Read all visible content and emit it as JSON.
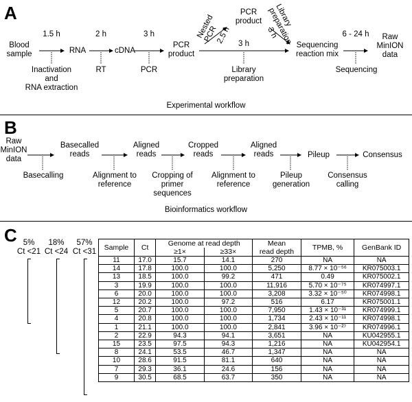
{
  "panelA": {
    "letter": "A",
    "steps": [
      "Blood\nsample",
      "RNA",
      "cDNA",
      "PCR\nproduct",
      "PCR\nproduct",
      "Sequencing\nreaction mix",
      "Raw\nMinION\ndata"
    ],
    "times": [
      "1.5 h",
      "2 h",
      "3 h",
      "3 h",
      "2.5 h",
      "3 h",
      "6 - 24 h"
    ],
    "nested_pcr": "Nested\nPCR",
    "library_prep_diag": "Library\npreparation",
    "processes": [
      "Inactivation\nand\nRNA extraction",
      "RT",
      "PCR",
      "Library\npreparation",
      "Sequencing"
    ],
    "caption": "Experimental workflow"
  },
  "panelB": {
    "letter": "B",
    "steps": [
      "Raw\nMinION\ndata",
      "Basecalled\nreads",
      "Aligned\nreads",
      "Cropped\nreads",
      "Aligned\nreads",
      "Pileup",
      "Consensus"
    ],
    "processes": [
      "Basecalling",
      "Alignment to\nreference",
      "Cropping of\nprimer\nsequences",
      "Alignment to\nreference",
      "Pileup\ngeneration",
      "Consensus\ncalling"
    ],
    "caption": "Bioinformatics workflow"
  },
  "panelC": {
    "letter": "C",
    "brackets": [
      {
        "pct": "5%",
        "label": "Ct <21"
      },
      {
        "pct": "18%",
        "label": "Ct <24"
      },
      {
        "pct": "57%",
        "label": "Ct <31"
      }
    ],
    "headers": {
      "sample": "Sample",
      "ct": "Ct",
      "genome": "Genome at read depth",
      "ge1": "≥1×",
      "ge33": "≥33×",
      "mean": "Mean\nread depth",
      "tpmb": "TPMB, %",
      "genbank": "GenBank ID"
    },
    "rows": [
      [
        "11",
        "17.0",
        "15.7",
        "14.1",
        "270",
        "NA",
        "NA"
      ],
      [
        "14",
        "17.8",
        "100.0",
        "100.0",
        "5,250",
        "8.77 × 10⁻⁵⁶",
        "KR075003.1"
      ],
      [
        "13",
        "18.5",
        "100.0",
        "99.2",
        "471",
        "0.49",
        "KR075002.1"
      ],
      [
        "3",
        "19.9",
        "100.0",
        "100.0",
        "11,916",
        "5.70 × 10⁻⁷⁵",
        "KR074997.1"
      ],
      [
        "6",
        "20.0",
        "100.0",
        "100.0",
        "3,208",
        "3.32 × 10⁻⁵⁰",
        "KR074998.1"
      ],
      [
        "12",
        "20.2",
        "100.0",
        "97.2",
        "516",
        "6.17",
        "KR075001.1"
      ],
      [
        "5",
        "20.7",
        "100.0",
        "100.0",
        "7,950",
        "1.43 × 10⁻³¹",
        "KR074999.1"
      ],
      [
        "4",
        "20.8",
        "100.0",
        "100.0",
        "1,734",
        "2.43 × 10⁻¹¹",
        "KR074998.1"
      ],
      [
        "1",
        "21.1",
        "100.0",
        "100.0",
        "2,841",
        "3.96 × 10⁻²⁷",
        "KR074996.1"
      ],
      [
        "2",
        "22.9",
        "94.3",
        "94.1",
        "3,651",
        "NA",
        "KU042955.1"
      ],
      [
        "15",
        "23.5",
        "97.5",
        "94.3",
        "1,216",
        "NA",
        "KU042954.1"
      ],
      [
        "8",
        "24.1",
        "53.5",
        "46.7",
        "1,347",
        "NA",
        "NA"
      ],
      [
        "10",
        "28.6",
        "91.5",
        "81.1",
        "640",
        "NA",
        "NA"
      ],
      [
        "7",
        "29.3",
        "36.1",
        "24.6",
        "156",
        "NA",
        "NA"
      ],
      [
        "9",
        "30.5",
        "68.5",
        "63.7",
        "350",
        "NA",
        "NA"
      ]
    ]
  }
}
